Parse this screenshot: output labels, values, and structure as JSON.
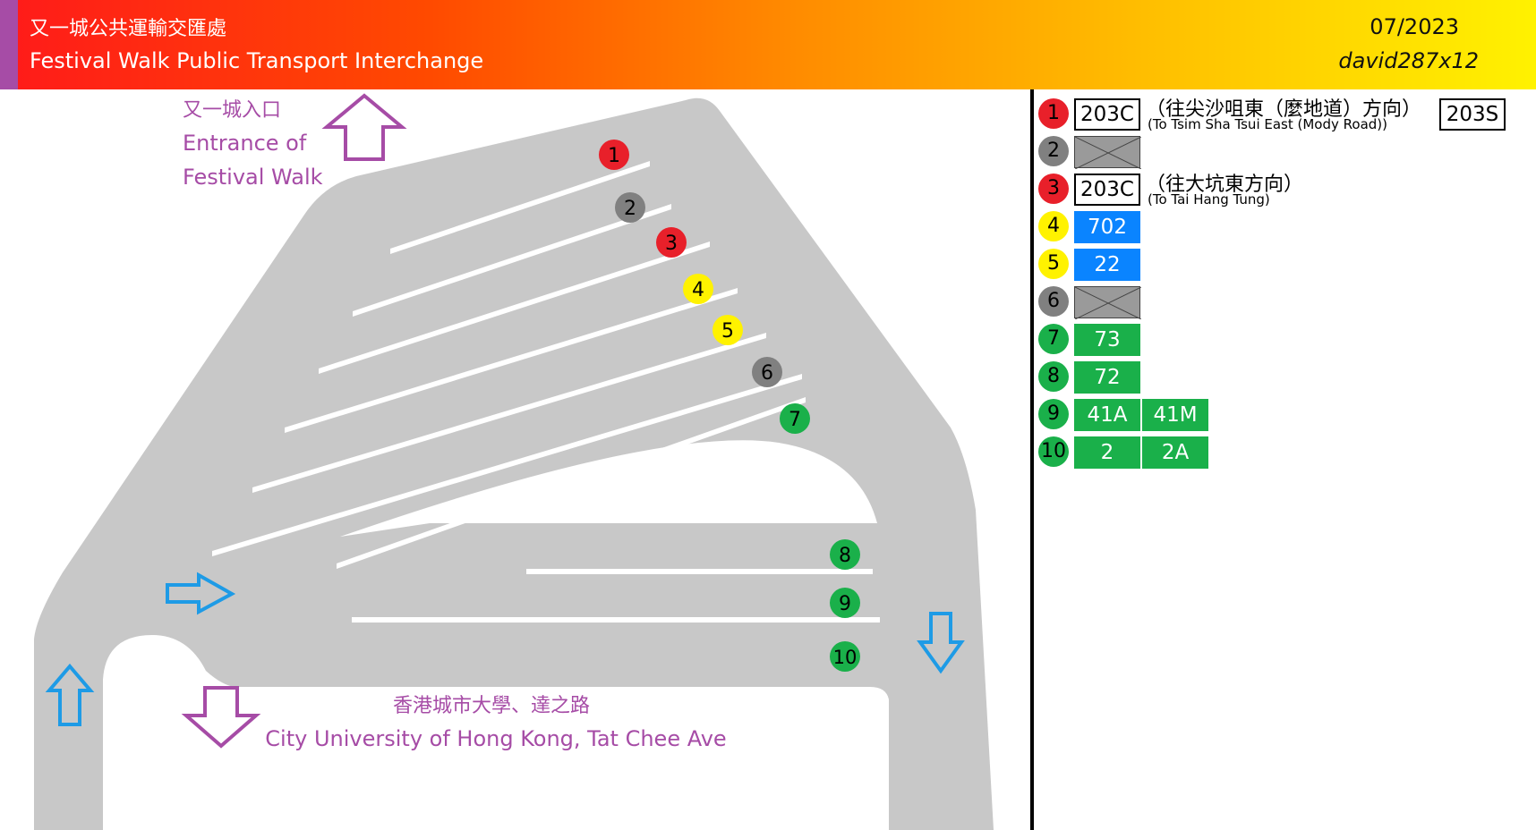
{
  "header": {
    "title_zh": "又一城公共運輸交匯處",
    "title_en": "Festival Walk Public Transport Interchange",
    "date": "07/2023",
    "author": "david287x12"
  },
  "map": {
    "entrance_zh": "又一城入口",
    "entrance_en_1": "Entrance of",
    "entrance_en_2": "Festival Walk",
    "exit_zh": "香港城市大學、達之路",
    "exit_en": "City University of Hong Kong, Tat Chee Ave",
    "stops": [
      {
        "label": "1",
        "color": "#e8202a"
      },
      {
        "label": "2",
        "color": "#808080"
      },
      {
        "label": "3",
        "color": "#e8202a"
      },
      {
        "label": "4",
        "color": "#fff200"
      },
      {
        "label": "5",
        "color": "#fff200"
      },
      {
        "label": "6",
        "color": "#808080"
      },
      {
        "label": "7",
        "color": "#1ab04a"
      },
      {
        "label": "8",
        "color": "#1ab04a"
      },
      {
        "label": "9",
        "color": "#1ab04a"
      },
      {
        "label": "10",
        "color": "#1ab04a"
      }
    ]
  },
  "colors": {
    "road": "#c8c8c8",
    "marking": "#ffffff",
    "purple_arrow": "#a64ca6",
    "blue_arrow": "#1e9be6",
    "label_purple": "#a64ca6"
  },
  "legend": {
    "rows": [
      {
        "num": "1",
        "num_color": "#e8202a",
        "routes": [
          {
            "text": "203C",
            "style": "white"
          }
        ],
        "dest_zh": "（往尖沙咀東（麼地道）方向）",
        "dest_en": "(To Tsim Sha Tsui East (Mody Road))",
        "extra": "203S"
      },
      {
        "num": "2",
        "num_color": "#808080",
        "routes": [
          {
            "text": "",
            "style": "empty"
          }
        ]
      },
      {
        "num": "3",
        "num_color": "#e8202a",
        "routes": [
          {
            "text": "203C",
            "style": "white"
          }
        ],
        "dest_zh": "（往大坑東方向）",
        "dest_en": "(To Tai Hang Tung)"
      },
      {
        "num": "4",
        "num_color": "#fff200",
        "routes": [
          {
            "text": "702",
            "style": "blue"
          }
        ]
      },
      {
        "num": "5",
        "num_color": "#fff200",
        "routes": [
          {
            "text": "22",
            "style": "blue"
          }
        ]
      },
      {
        "num": "6",
        "num_color": "#808080",
        "routes": [
          {
            "text": "",
            "style": "empty"
          }
        ]
      },
      {
        "num": "7",
        "num_color": "#1ab04a",
        "routes": [
          {
            "text": "73",
            "style": "green"
          }
        ]
      },
      {
        "num": "8",
        "num_color": "#1ab04a",
        "routes": [
          {
            "text": "72",
            "style": "green"
          }
        ]
      },
      {
        "num": "9",
        "num_color": "#1ab04a",
        "routes": [
          {
            "text": "41A",
            "style": "green"
          },
          {
            "text": "41M",
            "style": "green"
          }
        ]
      },
      {
        "num": "10",
        "num_color": "#1ab04a",
        "routes": [
          {
            "text": "2",
            "style": "green"
          },
          {
            "text": "2A",
            "style": "green"
          }
        ]
      }
    ]
  }
}
